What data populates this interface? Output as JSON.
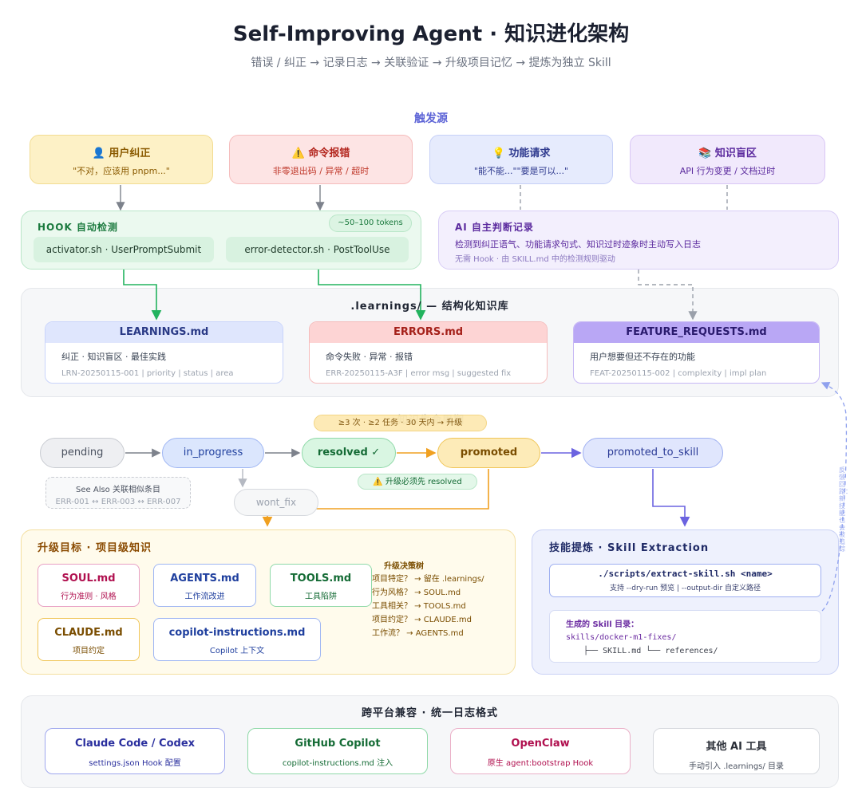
{
  "header": {
    "title": "Self-Improving Agent · 知识进化架构",
    "subtitle": "错误 / 纠正 → 记录日志 → 关联验证 → 升级项目记忆 → 提炼为独立 Skill"
  },
  "triggers": {
    "heading": "触发源",
    "items": [
      {
        "icon": "👤",
        "title": "用户纠正",
        "sub": "\"不对，应该用 pnpm...\""
      },
      {
        "icon": "⚠️",
        "title": "命令报错",
        "sub": "非零退出码 / 异常 / 超时"
      },
      {
        "icon": "💡",
        "title": "功能请求",
        "sub": "\"能不能...\"\"要是可以...\""
      },
      {
        "icon": "📚",
        "title": "知识盲区",
        "sub": "API 行为变更 / 文档过时"
      }
    ]
  },
  "hook": {
    "title": "HOOK 自动检测",
    "tokens": "~50–100 tokens",
    "scripts": [
      "activator.sh · UserPromptSubmit",
      "error-detector.sh · PostToolUse"
    ]
  },
  "ai_judge": {
    "title": "AI 自主判断记录",
    "line1": "检测到纠正语气、功能请求句式、知识过时迹象时主动写入日志",
    "line2": "无需 Hook · 由 SKILL.md 中的检测规则驱动"
  },
  "learnings_panel": {
    "title": ".learnings/ — 结构化知识库",
    "cards": [
      {
        "name": "LEARNINGS.md",
        "desc": "纠正 · 知识盲区 · 最佳实践",
        "fields": "LRN-20250115-001 | priority | status | area"
      },
      {
        "name": "ERRORS.md",
        "desc": "命令失败 · 异常 · 报错",
        "fields": "ERR-20250115-A3F | error msg | suggested fix"
      },
      {
        "name": "FEATURE_REQUESTS.md",
        "desc": "用户想要但还不存在的功能",
        "fields": "FEAT-20250115-002 | complexity | impl plan"
      }
    ]
  },
  "lifecycle": {
    "title": "知识生命周期",
    "criteria": "≥3 次 · ≥2 任务 · 30 天内 → 升级",
    "states": [
      "pending",
      "in_progress",
      "resolved ✓",
      "promoted",
      "promoted_to_skill"
    ],
    "wont_fix": "wont_fix",
    "see_also_title": "See Also 关联相似条目",
    "see_also_chain": "ERR-001 ↔ ERR-003 ↔ ERR-007",
    "warning": "⚠️ 升级必须先 resolved"
  },
  "upgrade": {
    "title": "升级目标 · 项目级知识",
    "targets": [
      {
        "name": "SOUL.md",
        "desc": "行为准则 · 风格"
      },
      {
        "name": "AGENTS.md",
        "desc": "工作流改进"
      },
      {
        "name": "TOOLS.md",
        "desc": "工具陷阱"
      },
      {
        "name": "CLAUDE.md",
        "desc": "项目约定"
      },
      {
        "name": "copilot-instructions.md",
        "desc": "Copilot 上下文"
      }
    ],
    "decision_title": "升级决策树",
    "decisions": [
      "项目特定？ → 留在 .learnings/",
      "行为风格？ → SOUL.md",
      "工具相关？ → TOOLS.md",
      "项目约定？ → CLAUDE.md",
      "工作流？ → AGENTS.md"
    ]
  },
  "skill": {
    "title": "技能提炼 · Skill Extraction",
    "command": "./scripts/extract-skill.sh <name>",
    "command_note": "支持 --dry-run 预览 | --output-dir 自定义路径",
    "dir_title": "生成的 Skill 目录：",
    "dir_root": "skills/docker-m1-fixes/",
    "dir_children": "├── SKILL.md └── references/",
    "feedback_label": "反馈回路：新技能也会被追踪"
  },
  "platforms": {
    "title": "跨平台兼容 · 统一日志格式",
    "items": [
      {
        "name": "Claude Code / Codex",
        "desc": "settings.json Hook 配置"
      },
      {
        "name": "GitHub Copilot",
        "desc": "copilot-instructions.md 注入"
      },
      {
        "name": "OpenClaw",
        "desc": "原生 agent:bootstrap Hook"
      },
      {
        "name": "其他 AI 工具",
        "desc": "手动引入 .learnings/ 目录"
      }
    ]
  },
  "colors": {
    "accent": "#5b62d6",
    "green": "#22b35e",
    "orange": "#f0a020",
    "purple": "#6b63e0",
    "red": "#e05050"
  }
}
